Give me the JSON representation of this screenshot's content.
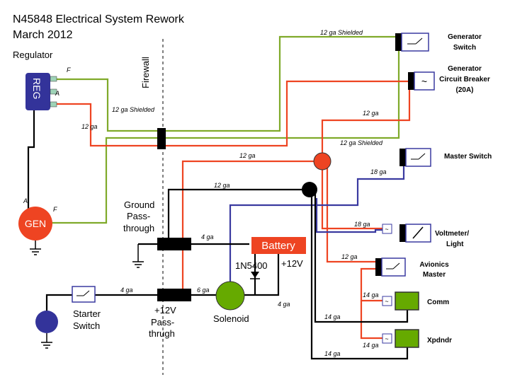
{
  "title": {
    "line1": "N45848 Electrical System Rework",
    "line2": "March 2012"
  },
  "labels": {
    "regulator": "Regulator",
    "reg": "REG",
    "reg_f": "F",
    "reg_a": "A",
    "firewall": "Firewall",
    "gen": "GEN",
    "gen_a": "A",
    "gen_f": "F",
    "ground_pass": [
      "Ground",
      "Pass-",
      "through"
    ],
    "battery": "Battery",
    "diode": "1N5400",
    "plus12": "+12V",
    "solenoid": "Solenoid",
    "starter_switch": [
      "Starter",
      "Switch"
    ],
    "v12_pass": [
      "+12V",
      "Pass-",
      "thrugh"
    ]
  },
  "components": {
    "generator_switch": [
      "Generator",
      "Switch"
    ],
    "generator_cb": [
      "Generator",
      "Circuit Breaker",
      "(20A)"
    ],
    "master_switch": "Master Switch",
    "voltmeter": [
      "Voltmeter/",
      "Light"
    ],
    "avionics": [
      "Avionics",
      "Master"
    ],
    "comm": "Comm",
    "xpdndr": "Xpdndr"
  },
  "wire_labels": {
    "gen_sw_shielded": "12 ga Shielded",
    "reg_shielded": "12 ga Shielded",
    "reg_red": "12 ga",
    "cb_red": "12 ga",
    "master_shielded": "12 ga Shielded",
    "batt_red": "12 ga",
    "master_blue": "18 ga",
    "bus_black": "12 ga",
    "volt_blue": "18 ga",
    "gnd_black": "4 ga",
    "avionics_red": "12 ga",
    "starter_black": "4 ga",
    "pass_black": "6 ga",
    "sol_black": "4 ga",
    "comm_red": "14 ga",
    "comm_black": "14 ga",
    "xpd_red": "14 ga",
    "xpd_black": "14 ga"
  },
  "colors": {
    "red_wire": "#ee4422",
    "green_wire": "#7faa2a",
    "blue_wire": "#3a3aa0",
    "regulator_fill": "#33339a",
    "generator_fill": "#ee4422",
    "battery_fill": "#ee4422",
    "solenoid_fill": "#66aa00",
    "radio_fill": "#66aa00",
    "starter_fill": "#33339a"
  }
}
